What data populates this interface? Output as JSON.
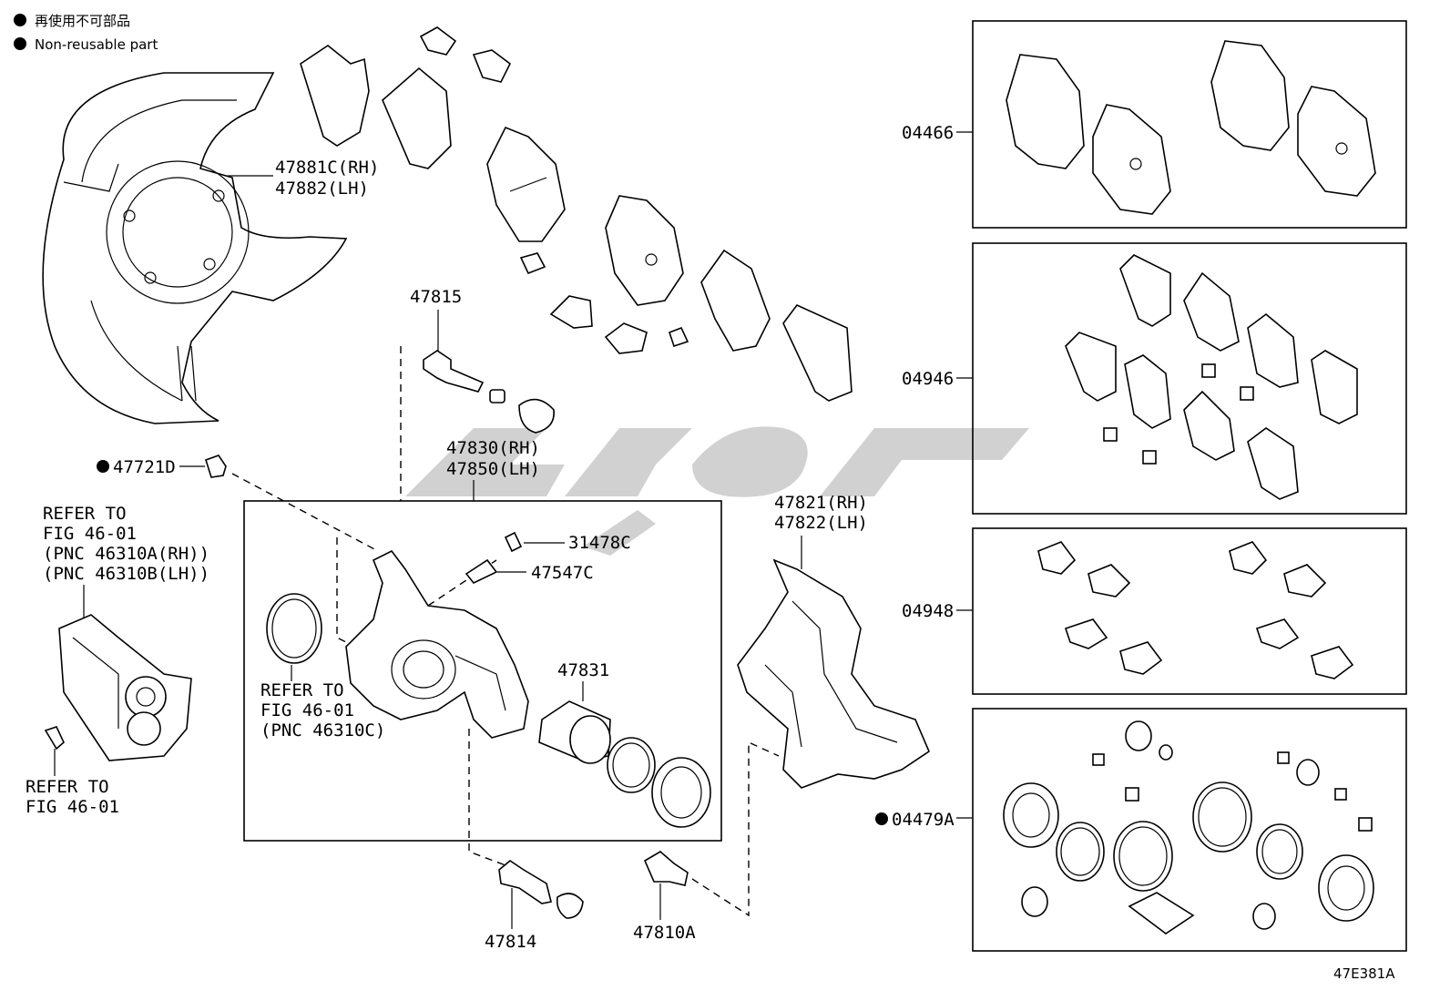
{
  "legend": {
    "line1": "再使用不可部品",
    "line2": "Non-reusable part"
  },
  "labels": {
    "dust_cover": [
      "47881C(RH)",
      "47882(LH)"
    ],
    "p47815": "47815",
    "caliper_assy": [
      "47830(RH)",
      "47850(LH)"
    ],
    "p47721d": "47721D",
    "refer_motor": [
      "REFER TO",
      "FIG 46-01",
      "(PNC 46310A(RH))",
      "(PNC 46310B(LH))"
    ],
    "refer_bolt": [
      "REFER TO",
      "FIG 46-01"
    ],
    "refer_ring": [
      "REFER TO",
      "FIG 46-01",
      "(PNC 46310C)"
    ],
    "p31478c": "31478C",
    "p47547c": "47547C",
    "p47831": "47831",
    "mounting": [
      "47821(RH)",
      "47822(LH)"
    ],
    "p47814": "47814",
    "p47810a": "47810A",
    "p04466": "04466",
    "p04946": "04946",
    "p04948": "04948",
    "p04479a": "04479A"
  },
  "figure_code": "47E381A"
}
